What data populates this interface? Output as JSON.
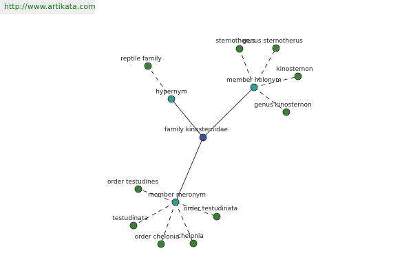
{
  "source_link": {
    "text": "http://www.artikata.com"
  },
  "colors": {
    "center_node": "#3c4aa0",
    "relation_node": "#3a9a9a",
    "leaf_node": "#3f7f3a",
    "node_stroke": "#1e3a1e",
    "edge": "#000000",
    "link_text": "#1a7a1a"
  },
  "graph": {
    "center": {
      "label": "family kinosternidae"
    },
    "relations": [
      {
        "key": "hypernym",
        "label": "hypernym",
        "items": [
          "reptile family"
        ]
      },
      {
        "key": "member-holonym",
        "label": "member holonym",
        "items": [
          "sternotherus",
          "genus sternotherus",
          "kinosternon",
          "genus kinosternon"
        ]
      },
      {
        "key": "member-meronym",
        "label": "member meronym",
        "items": [
          "order testudines",
          "order testudinata",
          "testudinata",
          "order chelonia",
          "chelonia"
        ]
      }
    ]
  }
}
